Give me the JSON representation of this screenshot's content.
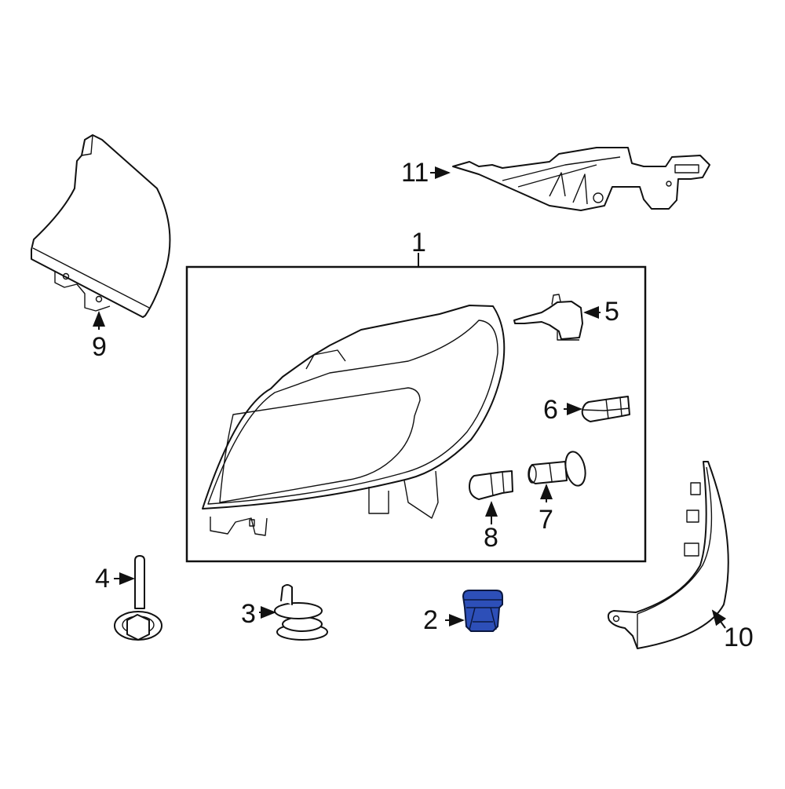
{
  "diagram": {
    "title": "Headlamp assembly exploded parts view",
    "highlight_color": "#2d4fb8",
    "frame_color": "#111111",
    "callouts": [
      {
        "id": "1",
        "label": "1",
        "part": "headlamp-assembly"
      },
      {
        "id": "2",
        "label": "2",
        "part": "retainer-clip",
        "highlighted": true
      },
      {
        "id": "3",
        "label": "3",
        "part": "grommet"
      },
      {
        "id": "4",
        "label": "4",
        "part": "bolt"
      },
      {
        "id": "5",
        "label": "5",
        "part": "headlamp-bulb"
      },
      {
        "id": "6",
        "label": "6",
        "part": "bulb"
      },
      {
        "id": "7",
        "label": "7",
        "part": "bulb-socket"
      },
      {
        "id": "8",
        "label": "8",
        "part": "bulb"
      },
      {
        "id": "9",
        "label": "9",
        "part": "filler-panel"
      },
      {
        "id": "10",
        "label": "10",
        "part": "side-trim"
      },
      {
        "id": "11",
        "label": "11",
        "part": "mounting-bracket"
      }
    ]
  }
}
